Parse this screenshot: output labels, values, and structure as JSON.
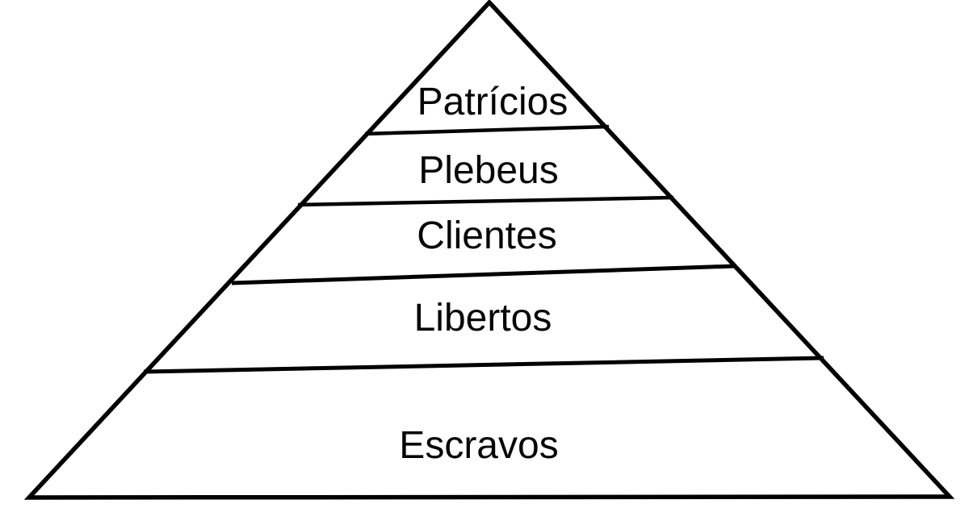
{
  "diagram": {
    "type": "pyramid-hierarchy",
    "levels": [
      {
        "label": "Patrícios"
      },
      {
        "label": "Plebeus"
      },
      {
        "label": "Clientes"
      },
      {
        "label": "Libertos"
      },
      {
        "label": "Escravos"
      }
    ],
    "colors": {
      "line": "#000000",
      "background": "#ffffff",
      "text": "#000000"
    }
  }
}
